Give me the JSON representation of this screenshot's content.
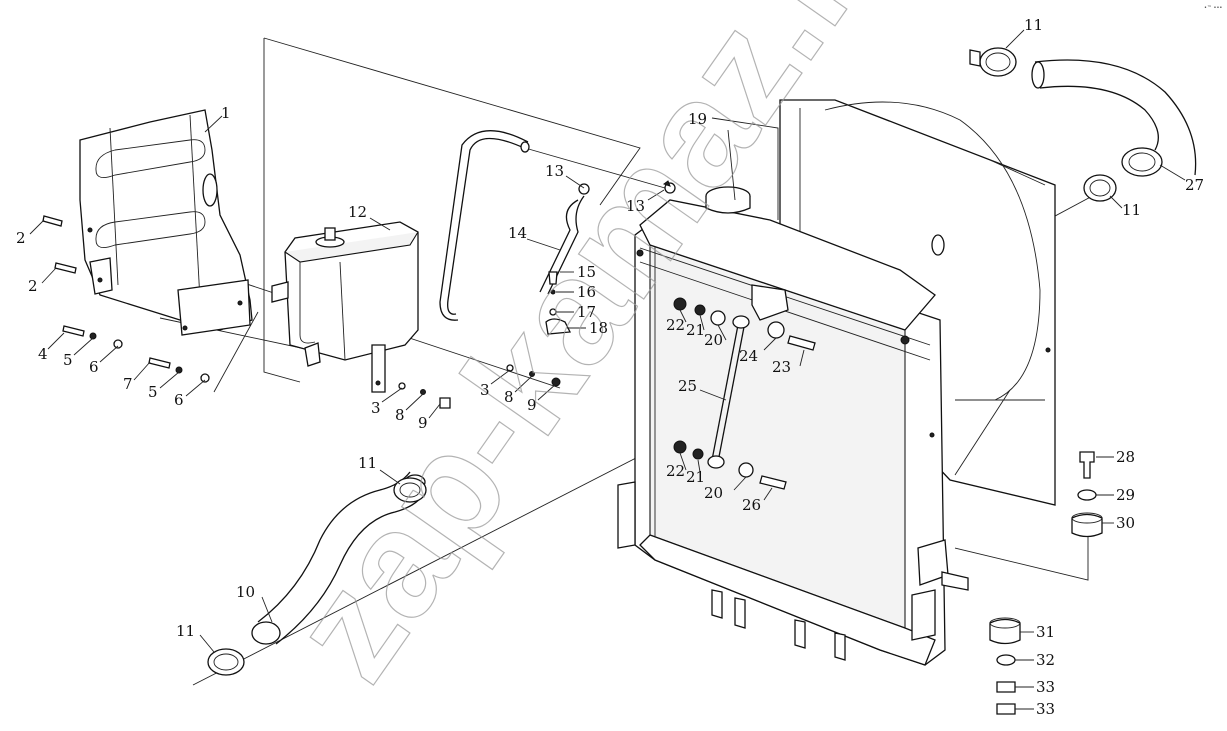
{
  "watermark": "zap-kamaz.ru",
  "corner_mark": "•™ •••",
  "callouts": [
    {
      "id": "c1",
      "text": "1"
    },
    {
      "id": "c2a",
      "text": "2"
    },
    {
      "id": "c2b",
      "text": "2"
    },
    {
      "id": "c3a",
      "text": "3"
    },
    {
      "id": "c3b",
      "text": "3"
    },
    {
      "id": "c4",
      "text": "4"
    },
    {
      "id": "c5a",
      "text": "5"
    },
    {
      "id": "c5b",
      "text": "5"
    },
    {
      "id": "c6a",
      "text": "6"
    },
    {
      "id": "c6b",
      "text": "6"
    },
    {
      "id": "c7",
      "text": "7"
    },
    {
      "id": "c8a",
      "text": "8"
    },
    {
      "id": "c8b",
      "text": "8"
    },
    {
      "id": "c9a",
      "text": "9"
    },
    {
      "id": "c9b",
      "text": "9"
    },
    {
      "id": "c10",
      "text": "10"
    },
    {
      "id": "c11a",
      "text": "11"
    },
    {
      "id": "c11b",
      "text": "11"
    },
    {
      "id": "c11c",
      "text": "11"
    },
    {
      "id": "c11d",
      "text": "11"
    },
    {
      "id": "c12",
      "text": "12"
    },
    {
      "id": "c13a",
      "text": "13"
    },
    {
      "id": "c13b",
      "text": "13"
    },
    {
      "id": "c14",
      "text": "14"
    },
    {
      "id": "c15",
      "text": "15"
    },
    {
      "id": "c16",
      "text": "16"
    },
    {
      "id": "c17",
      "text": "17"
    },
    {
      "id": "c18",
      "text": "18"
    },
    {
      "id": "c19",
      "text": "19"
    },
    {
      "id": "c20a",
      "text": "20"
    },
    {
      "id": "c20b",
      "text": "20"
    },
    {
      "id": "c21a",
      "text": "21"
    },
    {
      "id": "c21b",
      "text": "21"
    },
    {
      "id": "c22a",
      "text": "22"
    },
    {
      "id": "c22b",
      "text": "22"
    },
    {
      "id": "c23",
      "text": "23"
    },
    {
      "id": "c24",
      "text": "24"
    },
    {
      "id": "c25",
      "text": "25"
    },
    {
      "id": "c26",
      "text": "26"
    },
    {
      "id": "c27",
      "text": "27"
    },
    {
      "id": "c28",
      "text": "28"
    },
    {
      "id": "c29",
      "text": "29"
    },
    {
      "id": "c30",
      "text": "30"
    },
    {
      "id": "c31",
      "text": "31"
    },
    {
      "id": "c32",
      "text": "32"
    },
    {
      "id": "c33a",
      "text": "33"
    },
    {
      "id": "c33b",
      "text": "33"
    }
  ]
}
